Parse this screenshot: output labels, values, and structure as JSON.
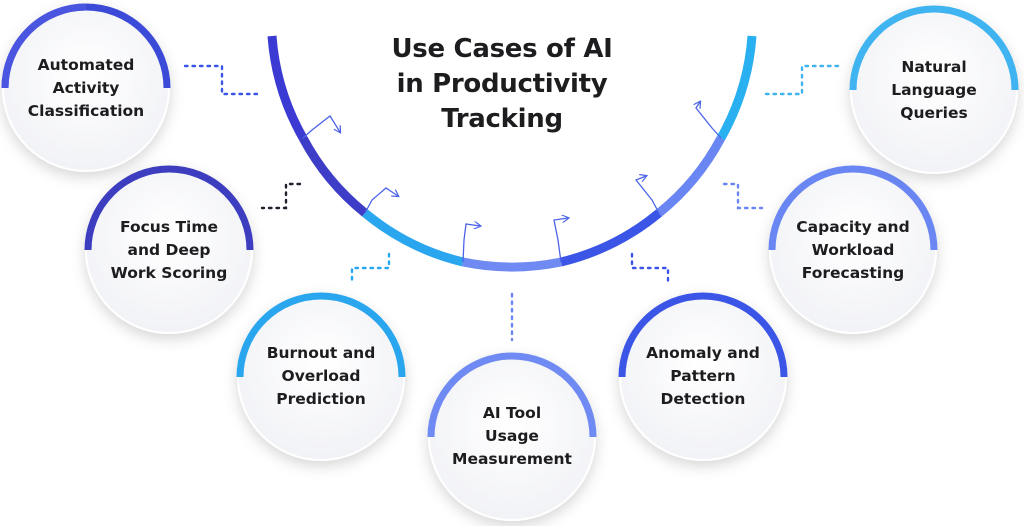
{
  "title": {
    "line1": "Use Cases of AI",
    "line2": "in Productivity",
    "line3": "Tracking"
  },
  "colors": {
    "dark_indigo": "#3f3fd6",
    "royal_blue": "#3b55e6",
    "sky_blue": "#29a8f0",
    "periwinkle": "#6a86f3",
    "cyan": "#3fb4f0",
    "dot_dark": "#1f1f2e"
  },
  "use_cases": [
    {
      "id": "automated-activity-classification",
      "label": "Automated\nActivity\nClassification"
    },
    {
      "id": "focus-time-deep-work-scoring",
      "label": "Focus Time\nand Deep\nWork Scoring"
    },
    {
      "id": "burnout-overload-prediction",
      "label": "Burnout and\nOverload\nPrediction"
    },
    {
      "id": "ai-tool-usage-measurement",
      "label": "AI Tool\nUsage\nMeasurement"
    },
    {
      "id": "anomaly-pattern-detection",
      "label": "Anomaly and\nPattern\nDetection"
    },
    {
      "id": "capacity-workload-forecasting",
      "label": "Capacity and\nWorkload\nForecasting"
    },
    {
      "id": "natural-language-queries",
      "label": "Natural\nLanguage\nQueries"
    }
  ]
}
